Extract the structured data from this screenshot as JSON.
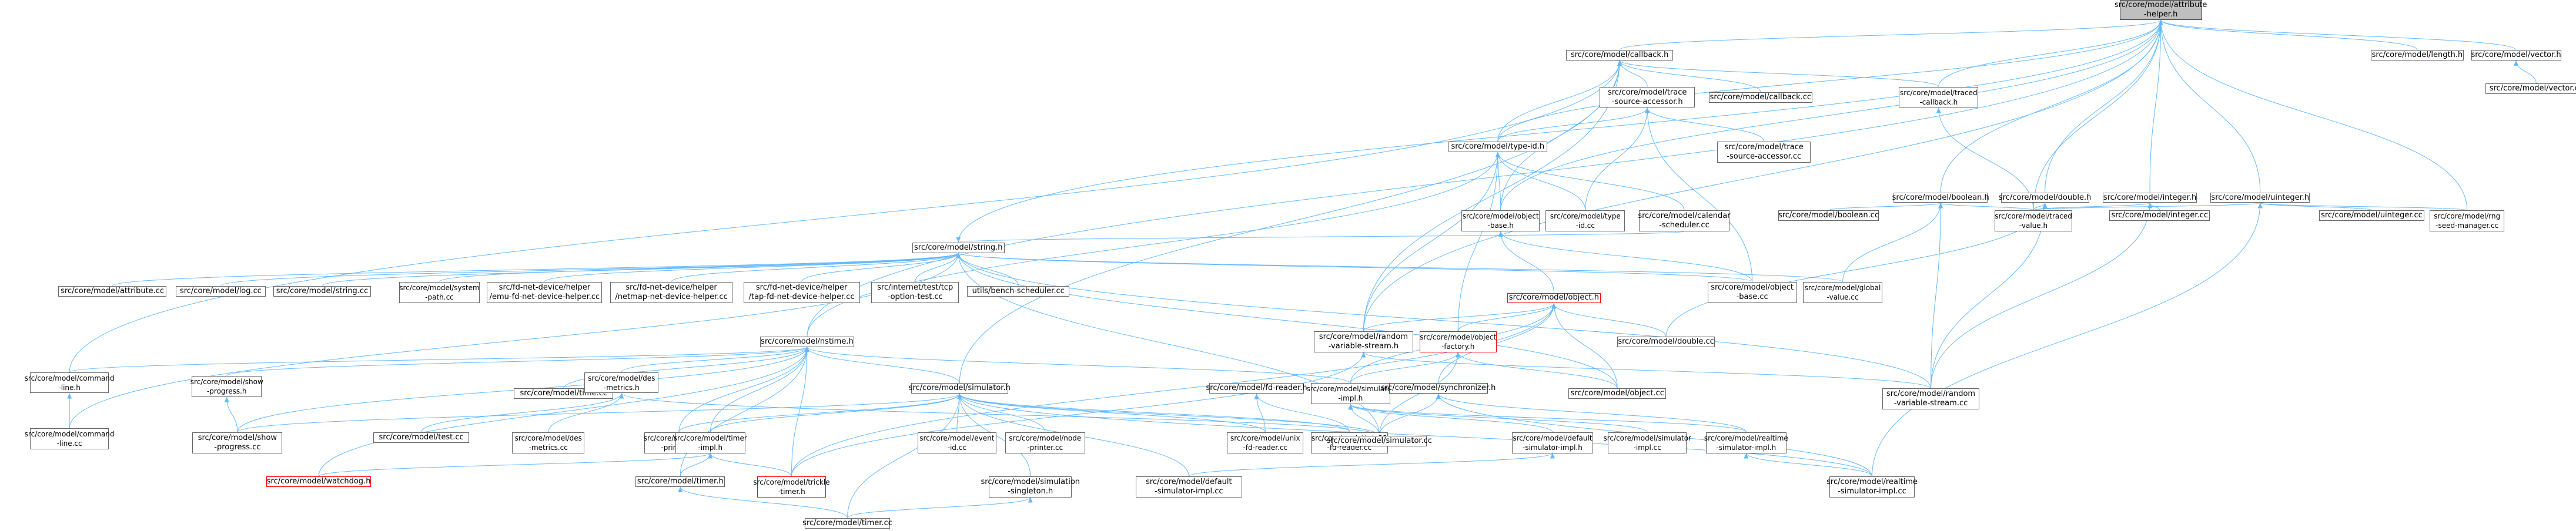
{
  "colors": {
    "edge": "#63b8ff",
    "node_border": "#666666",
    "root_fill": "#bfbfbf",
    "incomplete_border": "#ff0000"
  },
  "nodes": {
    "root": "src/core/model/attribute\n-helper.h",
    "callback_h": "src/core/model/callback.h",
    "length_h": "src/core/model/length.h",
    "vector_h": "src/core/model/vector.h",
    "vector_cc": "src/core/model/vector.cc",
    "trace_src_h": "src/core/model/trace\n-source-accessor.h",
    "callback_cc": "src/core/model/callback.cc",
    "traced_cb_h": "src/core/model/traced\n-callback.h",
    "string_h": "src/core/model/string.h",
    "type_id_h": "src/core/model/type-id.h",
    "trace_src_cc": "src/core/model/trace\n-source-accessor.cc",
    "boolean_h": "src/core/model/boolean.h",
    "double_h": "src/core/model/double.h",
    "integer_h": "src/core/model/integer.h",
    "uinteger_h": "src/core/model/uinteger.h",
    "obj_base_h": "src/core/model/object\n-base.h",
    "type_id_cc": "src/core/model/type\n-id.cc",
    "cal_sched_cc": "src/core/model/calendar\n-scheduler.cc",
    "boolean_cc": "src/core/model/boolean.cc",
    "traced_val_h": "src/core/model/traced\n-value.h",
    "integer_cc": "src/core/model/integer.cc",
    "uinteger_cc": "src/core/model/uinteger.cc",
    "rng_seed_cc": "src/core/model/rng\n-seed-manager.cc",
    "attribute_cc": "src/core/model/attribute.cc",
    "log_cc": "src/core/model/log.cc",
    "string_cc": "src/core/model/string.cc",
    "system_path_cc": "src/core/model/system\n-path.cc",
    "emu_helper_cc": "src/fd-net-device/helper\n/emu-fd-net-device-helper.cc",
    "netmap_helper_cc": "src/fd-net-device/helper\n/netmap-net-device-helper.cc",
    "tap_helper_cc": "src/fd-net-device/helper\n/tap-fd-net-device-helper.cc",
    "tcp_opt_cc": "src/internet/test/tcp\n-option-test.cc",
    "bench_cc": "utils/bench-scheduler.cc",
    "obj_base_cc": "src/core/model/object\n-base.cc",
    "global_val_cc": "src/core/model/global\n-value.cc",
    "object_h": "src/core/model/object.h",
    "nstime_h": "src/core/model/nstime.h",
    "rand_stream_h": "src/core/model/random\n-variable-stream.h",
    "obj_factory_h": "src/core/model/object\n-factory.h",
    "double_cc": "src/core/model/double.cc",
    "cmdline_h": "src/core/model/command\n-line.h",
    "show_prog_h": "src/core/model/show\n-progress.h",
    "time_cc": "src/core/model/time.cc",
    "des_metrics_h": "src/core/model/des\n-metrics.h",
    "simulator_h": "src/core/model/simulator.h",
    "fd_reader_h": "src/core/model/fd-reader.h",
    "sim_impl_h": "src/core/model/simulator\n-impl.h",
    "synchronizer_h": "src/core/model/synchronizer.h",
    "object_cc": "src/core/model/object.cc",
    "rand_stream_cc": "src/core/model/random\n-variable-stream.cc",
    "cmdline_cc": "src/core/model/command\n-line.cc",
    "show_prog_cc": "src/core/model/show\n-progress.cc",
    "test_cc": "src/core/model/test.cc",
    "des_metrics_cc": "src/core/model/des\n-metrics.cc",
    "time_printer_cc": "src/core/model/time\n-printer.cc",
    "timer_impl_h": "src/core/model/timer\n-impl.h",
    "event_id_cc": "src/core/model/event\n-id.cc",
    "node_printer_cc": "src/core/model/node\n-printer.cc",
    "unix_fd_cc": "src/core/model/unix\n-fd-reader.cc",
    "win32_fd_cc": "src/core/model/win32\n-fd-reader.cc",
    "simulator_cc": "src/core/model/simulator.cc",
    "def_sim_impl_h": "src/core/model/default\n-simulator-impl.h",
    "sim_impl_cc": "src/core/model/simulator\n-impl.cc",
    "rt_sim_impl_h": "src/core/model/realtime\n-simulator-impl.h",
    "watchdog_h": "src/core/model/watchdog.h",
    "trickle_timer_h": "src/core/model/trickle\n-timer.h",
    "timer_h": "src/core/model/timer.h",
    "sim_singleton_h": "src/core/model/simulation\n-singleton.h",
    "def_sim_impl_cc": "src/core/model/default\n-simulator-impl.cc",
    "rt_sim_impl_cc": "src/core/model/realtime\n-simulator-impl.cc",
    "timer_cc": "src/core/model/timer.cc"
  }
}
